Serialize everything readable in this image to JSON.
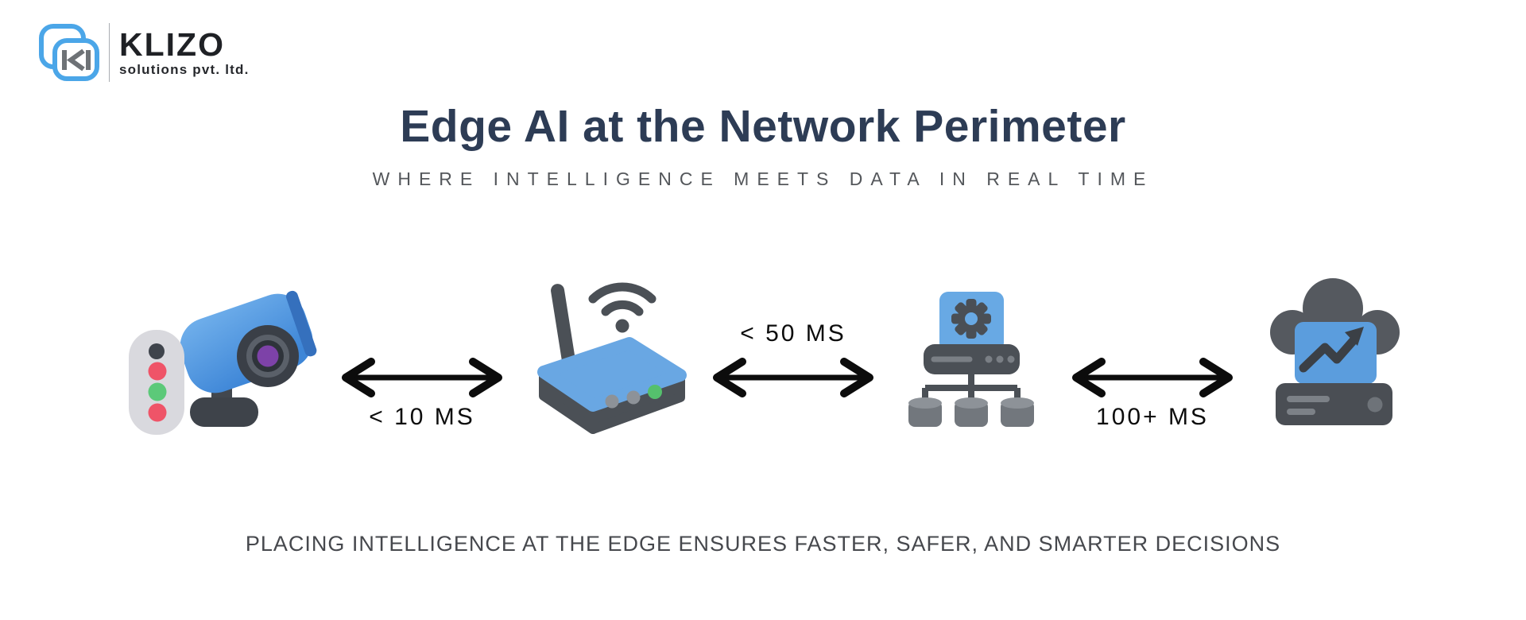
{
  "logo": {
    "brand": "KLIZO",
    "tagline": "solutions pvt. ltd."
  },
  "header": {
    "title": "Edge AI at the Network Perimeter",
    "subtitle": "WHERE INTELLIGENCE MEETS DATA IN REAL TIME"
  },
  "diagram": {
    "nodes": [
      {
        "id": "camera-sensor",
        "icon": "security-camera-icon",
        "description": "IoT sensor and security camera at the edge"
      },
      {
        "id": "edge-router",
        "icon": "wifi-router-icon",
        "description": "Wireless edge router"
      },
      {
        "id": "edge-server",
        "icon": "edge-server-gear-icon",
        "description": "Edge server with processing and local databases"
      },
      {
        "id": "cloud-datacenter",
        "icon": "cloud-server-icon",
        "description": "Cloud data center with analytics"
      }
    ],
    "latencies": [
      {
        "label": "< 10 MS",
        "position": "below-arrow"
      },
      {
        "label": "< 50 MS",
        "position": "above-arrow"
      },
      {
        "label": "100+ MS",
        "position": "below-arrow"
      }
    ]
  },
  "footer": {
    "caption": "PLACING INTELLIGENCE AT THE EDGE ENSURES FASTER, SAFER, AND SMARTER DECISIONS"
  },
  "colors": {
    "title_navy": "#2d3c55",
    "subtitle_gray": "#54575b",
    "caption_gray": "#46484d",
    "arrow_black": "#0c0c0c",
    "logo_blue": "#4ba6e8",
    "accent_blue": "#5b9ddd",
    "router_blue": "#69a7e3",
    "dark_gray": "#4b5056",
    "cloud_gray": "#55595f",
    "status_green": "#55c06d",
    "status_red": "#ef5468",
    "lens_purple": "#7d42a8"
  }
}
